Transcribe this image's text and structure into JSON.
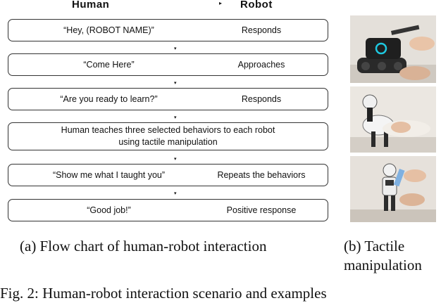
{
  "header": {
    "human": "Human",
    "arrow": "▸",
    "robot": "Robot"
  },
  "rows": [
    {
      "human": "“Hey, (ROBOT NAME)”",
      "robot": "Responds"
    },
    {
      "human": "“Come Here”",
      "robot": "Approaches"
    },
    {
      "human": "“Are you ready to learn?”",
      "robot": "Responds"
    },
    {
      "line1": "Human teaches three selected behaviors to each robot",
      "line2": "using tactile manipulation"
    },
    {
      "human": "“Show me what I taught you”",
      "robot": "Repeats the behaviors"
    },
    {
      "human": "“Good job!”",
      "robot": "Positive response"
    }
  ],
  "connector_glyph": "▾",
  "captions": {
    "a": "(a) Flow chart of human-robot interaction",
    "b_line1": "(b) Tactile",
    "b_line2": "manipulation",
    "fig": "Fig. 2: Human-robot interaction scenario and examples"
  },
  "photos": [
    "robot-tank-photo",
    "robot-dog-photo",
    "humanoid-robot-photo"
  ]
}
